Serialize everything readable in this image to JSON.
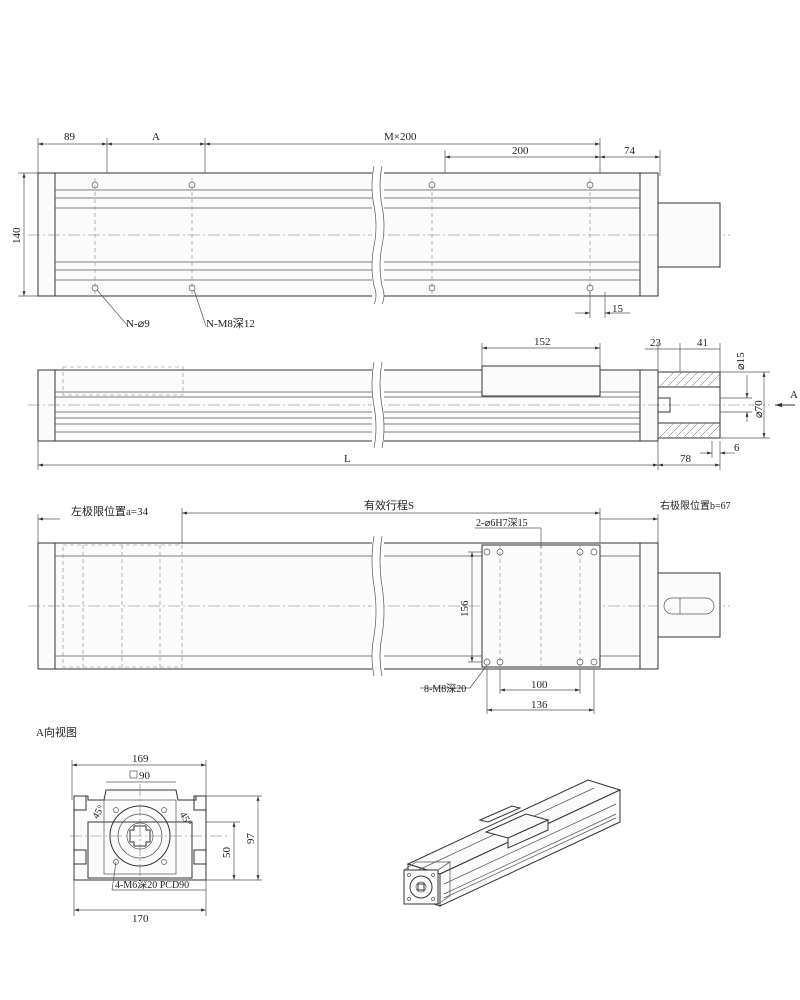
{
  "top_view": {
    "dim_89": "89",
    "dim_A": "A",
    "dim_Mx200": "M×200",
    "dim_200": "200",
    "dim_74": "74",
    "dim_140": "140",
    "dim_15": "15",
    "label_holes": "N-⌀9",
    "label_threads": "N-M8深12"
  },
  "side_view": {
    "dim_152": "152",
    "dim_23": "23",
    "dim_41": "41",
    "dim_d15": "⌀15",
    "dim_d70": "⌀70",
    "dim_6": "6",
    "dim_L": "L",
    "dim_78": "78",
    "view_marker": "A"
  },
  "stroke_view": {
    "left_limit": "左极限位置a=34",
    "effective_stroke": "有效行程S",
    "right_limit": "右极限位置b=67",
    "pin_holes": "2-⌀6H7深15",
    "dim_156": "156",
    "thread_holes": "8-M8深20",
    "dim_100": "100",
    "dim_136": "136"
  },
  "a_view": {
    "title": "A向视图",
    "dim_169": "169",
    "dim_sq90": "90",
    "angle_left": "45°",
    "angle_right": "45°",
    "dim_50": "50",
    "dim_97": "97",
    "bolt_label": "4-M6深20 PCD90",
    "dim_170": "170"
  }
}
